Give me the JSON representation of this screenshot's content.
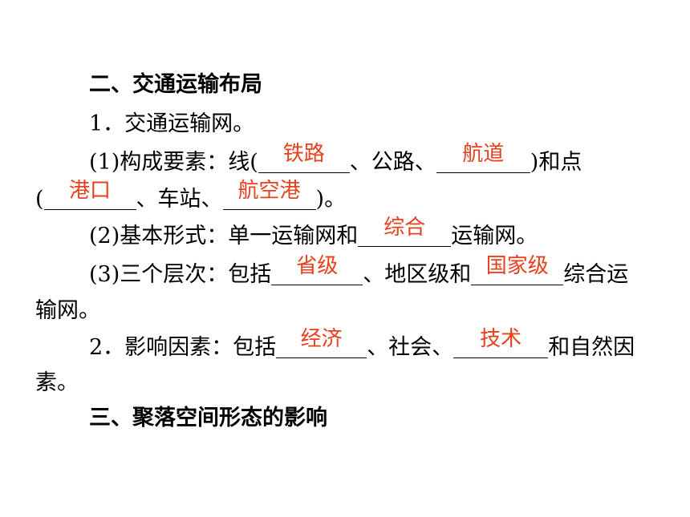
{
  "section2_title": "二、交通运输布局",
  "item1_title": "1．交通运输网。",
  "item1_1": {
    "prefix": "(1)构成要素：线(",
    "blank_a": "铁路",
    "mid1": "、公路、",
    "blank_b": "航道",
    "suffix": ")和点"
  },
  "item1_1_cont": {
    "prefix": "(",
    "blank_c": "港口",
    "mid": "、车站、",
    "blank_d": "航空港",
    "suffix": ")。"
  },
  "item1_2": {
    "prefix": "(2)基本形式：单一运输网和",
    "blank": "综合",
    "suffix": "运输网。"
  },
  "item1_3": {
    "prefix": "(3)三个层次：包括",
    "blank_a": "省级",
    "mid": "、地区级和",
    "blank_b": "国家级",
    "suffix": "综合运"
  },
  "item1_3_cont": "输网。",
  "item2": {
    "prefix": "2．影响因素：包括",
    "blank_a": "经济",
    "mid": "、社会、",
    "blank_b": "技术",
    "suffix": "和自然因"
  },
  "item2_cont": "素。",
  "section3_title": "三、聚落空间形态的影响"
}
